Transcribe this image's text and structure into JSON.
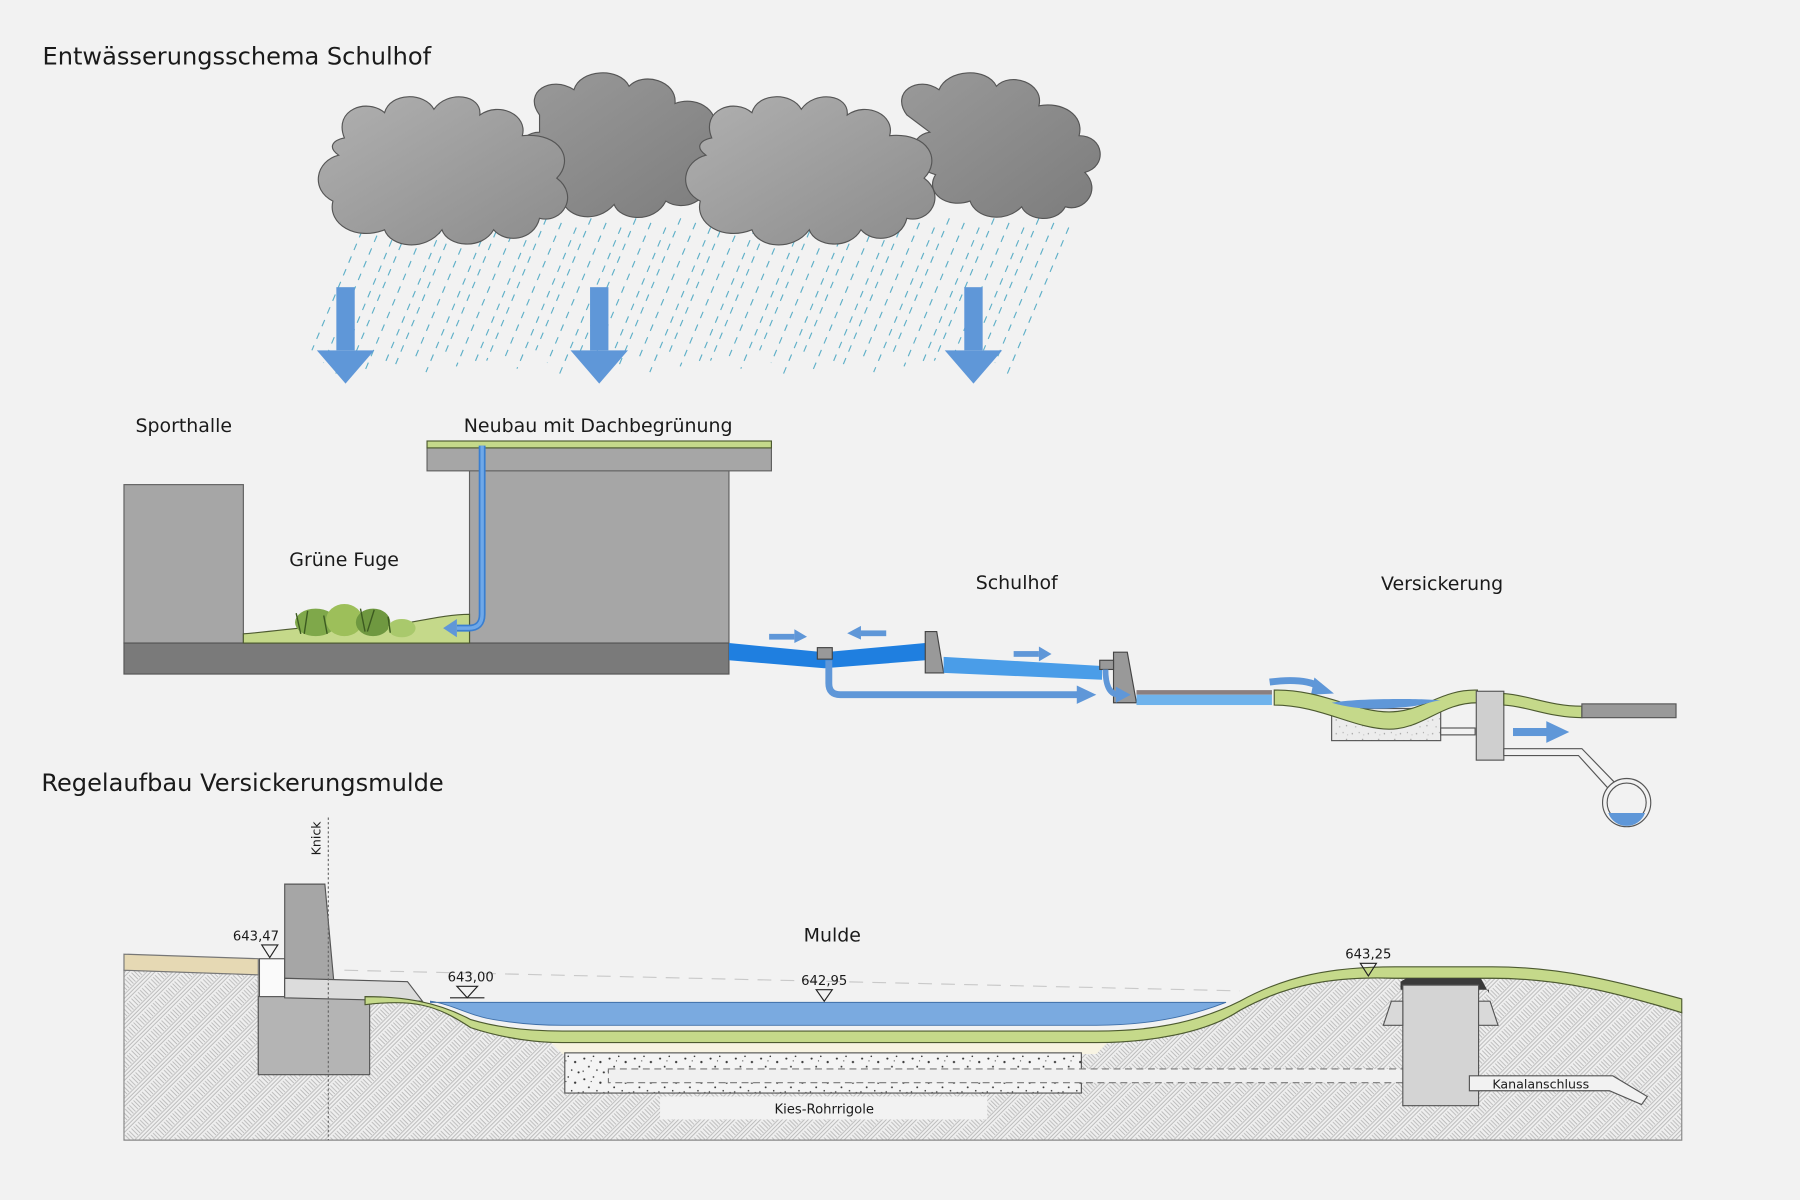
{
  "titles": {
    "main": "Entwässerungsschema Schulhof",
    "section": "Regelaufbau Versickerungsmulde"
  },
  "upper_diagram": {
    "labels": {
      "sporthalle": "Sporthalle",
      "neubau": "Neubau mit Dachbegrünung",
      "gruene_fuge": "Grüne Fuge",
      "schulhof": "Schulhof",
      "versickerung": "Versickerung"
    },
    "elements": [
      "clouds",
      "rain",
      "rain-arrows",
      "sporthalle-building",
      "neubau-building",
      "green-roof",
      "downpipe",
      "green-joint-vegetation",
      "schoolyard-surface",
      "gully-drain",
      "curbs",
      "infiltration-swale",
      "overflow-shaft",
      "sewer-pipe"
    ]
  },
  "lower_diagram": {
    "labels": {
      "knick": "Knick",
      "mulde": "Mulde",
      "kies_rohrrigole": "Kies-Rohrrigole",
      "kanalanschluss": "Kanalanschluss"
    },
    "levels": [
      {
        "id": "curb-top",
        "value": "643,47"
      },
      {
        "id": "swale-edge",
        "value": "643,00"
      },
      {
        "id": "swale-bottom",
        "value": "642,95"
      },
      {
        "id": "shaft-top",
        "value": "643,25"
      }
    ]
  },
  "colors": {
    "background": "#f2f2f2",
    "water": "#1f7fe0",
    "flow_arrow": "#5f97d8",
    "green": "#c5d98a",
    "building": "#a6a6a6",
    "base": "#7a7a7a",
    "pond": "#7aaae0",
    "sand": "#e6d9b4"
  }
}
